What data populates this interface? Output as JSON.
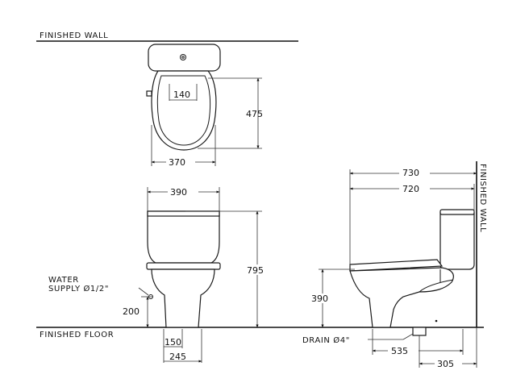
{
  "labels": {
    "finished_wall_top": "FINISHED  WALL",
    "finished_wall_side": "FINISHED  WALL",
    "finished_floor": "FINISHED  FLOOR",
    "water_supply_1": "WATER",
    "water_supply_2": "SUPPLY  Ø1/2\"",
    "drain": "DRAIN  Ø4\""
  },
  "dimensions": {
    "top_140": "140",
    "top_475": "475",
    "top_370": "370",
    "front_390": "390",
    "front_795": "795",
    "front_200": "200",
    "front_150": "150",
    "front_245": "245",
    "side_730": "730",
    "side_720": "720",
    "side_390": "390",
    "side_535": "535",
    "side_305": "305"
  }
}
